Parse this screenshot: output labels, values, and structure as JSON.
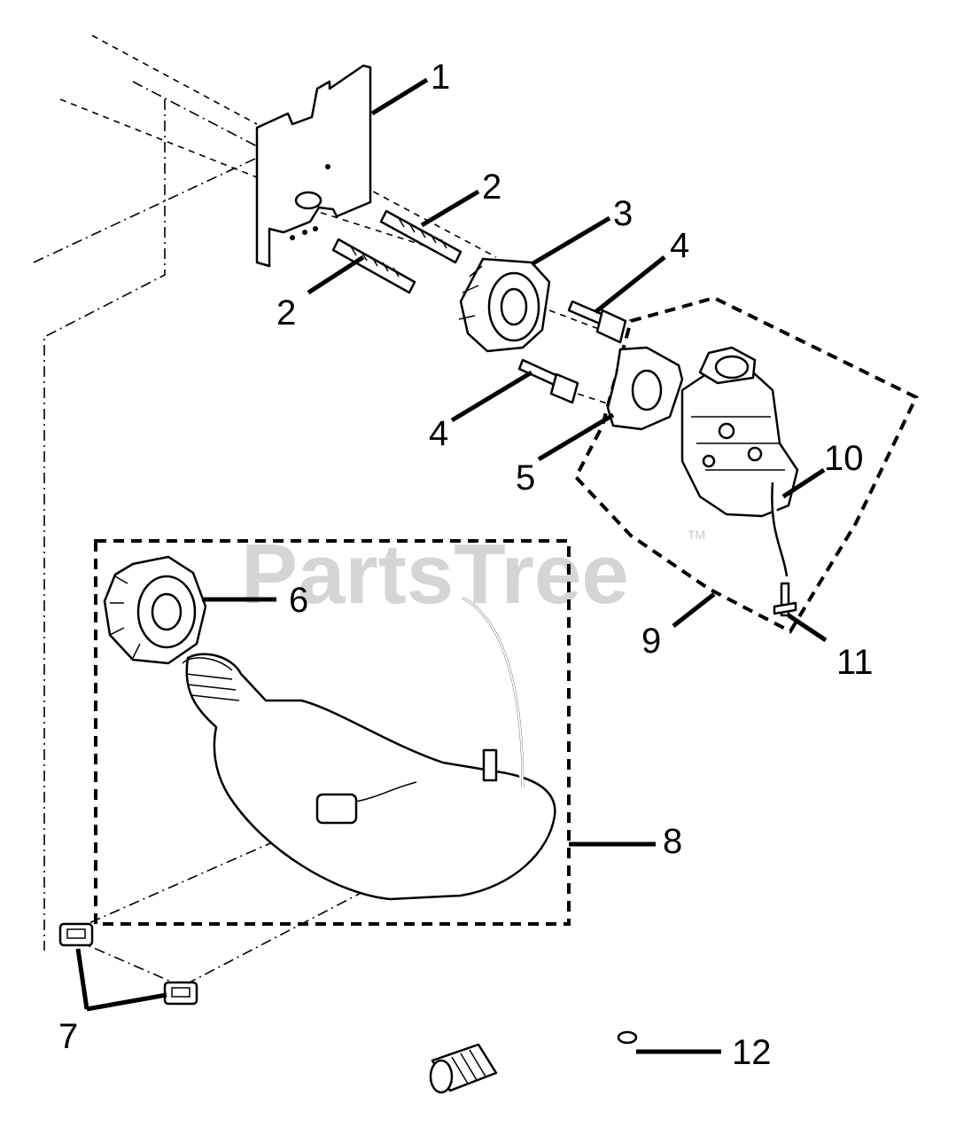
{
  "watermark": {
    "text": "PartsTree",
    "mark": "TM"
  },
  "callouts": [
    {
      "id": "1",
      "label": "1"
    },
    {
      "id": "2a",
      "label": "2"
    },
    {
      "id": "2b",
      "label": "2"
    },
    {
      "id": "3",
      "label": "3"
    },
    {
      "id": "4a",
      "label": "4"
    },
    {
      "id": "4b",
      "label": "4"
    },
    {
      "id": "5",
      "label": "5"
    },
    {
      "id": "6",
      "label": "6"
    },
    {
      "id": "7",
      "label": "7"
    },
    {
      "id": "8",
      "label": "8"
    },
    {
      "id": "9",
      "label": "9"
    },
    {
      "id": "10",
      "label": "10"
    },
    {
      "id": "11",
      "label": "11"
    },
    {
      "id": "12",
      "label": "12"
    }
  ]
}
